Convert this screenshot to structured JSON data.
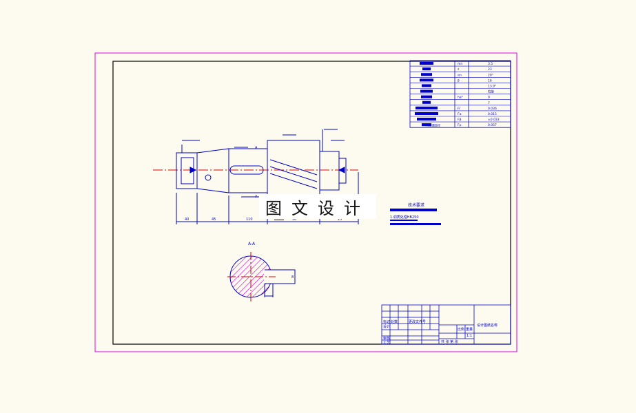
{
  "drawing": {
    "colors": {
      "background": "#fdfbef",
      "sheet_border": "#e000e0",
      "frame": "#000000",
      "geometry": "#0000cc",
      "centerline": "#e00000",
      "hatch": "#e000e0"
    },
    "gear_table": {
      "rows": [
        {
          "code": "mn",
          "value": "3.5"
        },
        {
          "code": "z",
          "value": "23"
        },
        {
          "code": "αn",
          "value": "20°"
        },
        {
          "code": "β",
          "value": "16"
        },
        {
          "code": "",
          "value": "13.9°"
        },
        {
          "code": "",
          "value": "右旋"
        },
        {
          "code": "ha*",
          "value": "0"
        },
        {
          "code": "",
          "value": "7"
        },
        {
          "code": "Fr",
          "value": "0.036"
        },
        {
          "code": "Fα",
          "value": "0.015"
        },
        {
          "code": "Fβ",
          "value": "±0.033"
        },
        {
          "code": "Fp",
          "value": "0.057"
        }
      ],
      "last_row_label": "分度圆直径"
    },
    "tech_req_title": "技术要求",
    "tech_req_items": [
      "1.调质处理HB250"
    ],
    "section_label": "A-A",
    "cut_marker_left": "A",
    "cut_marker_right": "A",
    "keyway_dim": "8",
    "title_block": {
      "part_name": "设计图纸名称",
      "labels": [
        "标记",
        "处数",
        "更改文件号",
        "设计",
        "审核",
        "工艺",
        "比例",
        "重量",
        "共 张 第 张"
      ],
      "scale": "1:1"
    },
    "dimensions": [
      "40",
      "45",
      "110",
      "30",
      "25"
    ],
    "watermark": "图文设计"
  }
}
